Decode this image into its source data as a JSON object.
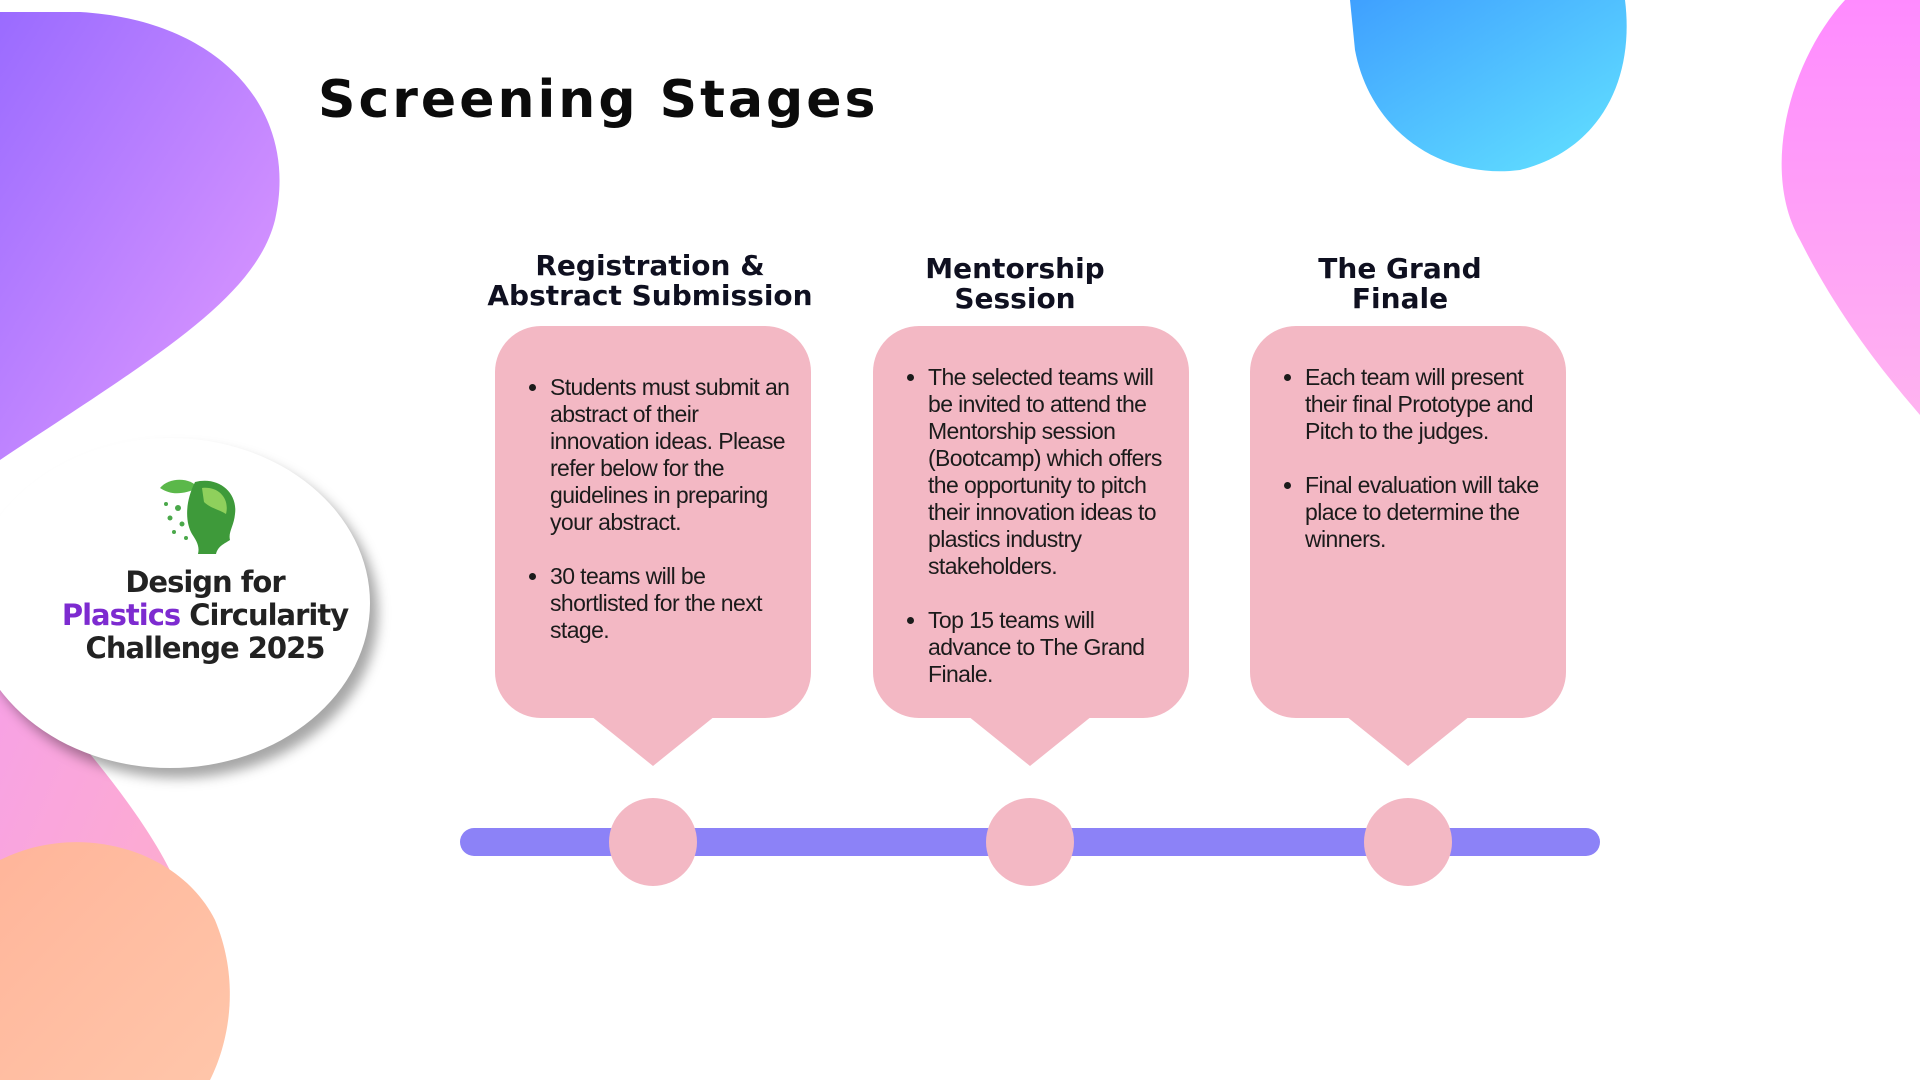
{
  "slide": {
    "title": "Screening Stages"
  },
  "logo": {
    "line1": "Design for",
    "line2_accent": "Plastics",
    "line2_rest": " Circularity",
    "line3": "Challenge 2025",
    "icon": "leaf-head-icon"
  },
  "stages": [
    {
      "title_line1": "Registration &",
      "title_line2": "Abstract Submission",
      "bullets": [
        "Students must submit an  abstract of their innovation ideas. Please refer below for the guidelines in preparing your  abstract.",
        "30 teams will be shortlisted for the next stage."
      ]
    },
    {
      "title_line1": "Mentorship",
      "title_line2": "Session",
      "bullets": [
        "The selected teams will be invited to attend the Mentorship session (Bootcamp) which offers the opportunity to pitch their innovation ideas to plastics industry stakeholders.",
        "Top 15 teams will advance to The Grand Finale."
      ]
    },
    {
      "title_line1": "The Grand",
      "title_line2": "Finale",
      "bullets": [
        "Each team will  present their final Prototype and Pitch to the judges.",
        "Final evaluation will take place to determine the winners."
      ]
    }
  ],
  "colors": {
    "card": "#f3b8c4",
    "timeline": "#8c82f7",
    "accent_text": "#7d2bd0"
  }
}
